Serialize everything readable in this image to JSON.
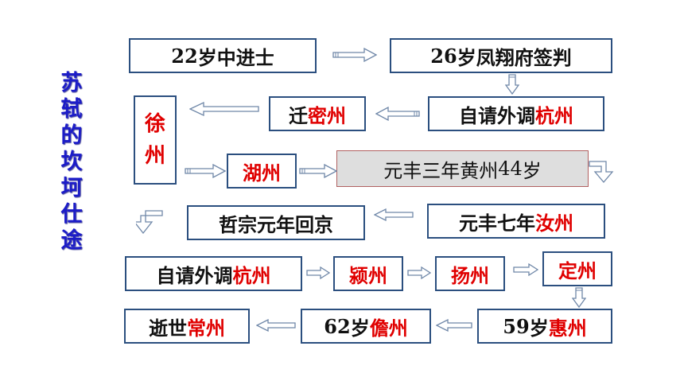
{
  "title_chars": [
    "苏",
    "轼",
    "的",
    "坎",
    "坷",
    "仕",
    "途"
  ],
  "nodes": {
    "n1": {
      "a": "22",
      "b": "岁中进士"
    },
    "n2": {
      "a": "26",
      "b": "岁凤翔府签判"
    },
    "n3": {
      "a": "自请外调",
      "b": "杭州"
    },
    "n4": {
      "a": "迁",
      "b": "密州"
    },
    "n5": {
      "c1": "徐",
      "c2": "州"
    },
    "n6": {
      "b": "湖州"
    },
    "n7": {
      "a": "元丰三年黄州",
      "b": "44",
      "c": "岁"
    },
    "n8": {
      "a": "元丰七年",
      "b": "汝州"
    },
    "n9": {
      "a": "哲宗元年回京"
    },
    "n10": {
      "a": "自请外调",
      "b": "杭州"
    },
    "n11": {
      "b": "颍州"
    },
    "n12": {
      "b": "扬州"
    },
    "n13": {
      "b": "定州"
    },
    "n14": {
      "a": "59",
      "b": "岁",
      "c": "惠州"
    },
    "n15": {
      "a": "62",
      "b": "岁",
      "c": "儋州"
    },
    "n16": {
      "a": "逝世",
      "b": "常州"
    }
  },
  "colors": {
    "place_highlight": "#e00000",
    "title": "#1c1cc8",
    "border": "#2b4f7f"
  }
}
